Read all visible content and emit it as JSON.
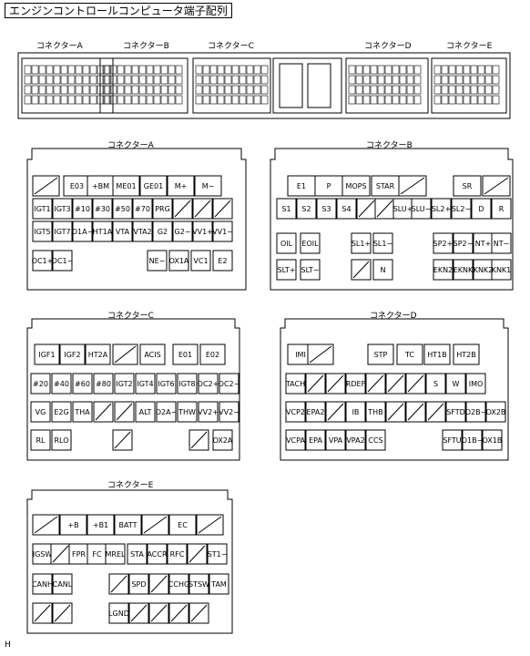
{
  "title": "エンジンコントロールコンピュータ端子配列",
  "footnote": "H",
  "overview_labels": [
    "コネクターA",
    "コネクターB",
    "コネクターC",
    "コネクターD",
    "コネクターE"
  ],
  "connectors": [
    {
      "id": "A",
      "label": "コネクターA",
      "rows": [
        [
          "/",
          "E03",
          "+BM",
          "ME01",
          "GE01",
          "M+",
          "M−"
        ],
        [
          "IGT1",
          "IGT3",
          "#10",
          "#30",
          "#50",
          "#70",
          "PRG",
          "/",
          "/",
          "/"
        ],
        [
          "IGT5",
          "IGT7",
          "O1A−",
          "HT1A",
          "VTA",
          "VTA2",
          "G2",
          "G2−",
          "VV1+",
          "VV1−"
        ],
        [
          "OC1+",
          "OC1−",
          "",
          "",
          "",
          "NE+",
          "NE−",
          "OX1A",
          "VC1",
          "E2"
        ]
      ]
    },
    {
      "id": "B",
      "label": "コネクターB",
      "rows": [
        [
          "E1",
          "P",
          "MOPS",
          "STAR",
          "/",
          "SR",
          "/"
        ],
        [
          "S1",
          "S2",
          "S3",
          "S4",
          "/",
          "/",
          "SLU+",
          "SLU−",
          "SL2+",
          "SL2−",
          "D",
          "R"
        ],
        [
          "OIL",
          "EOIL",
          "SL1+",
          "SL1−",
          "SP2+",
          "SP2−",
          "NT+",
          "NT−"
        ],
        [
          "SLT+",
          "SLT−",
          "/",
          "N",
          "EKN2",
          "EKNK",
          "KNK2",
          "KNK1"
        ]
      ]
    },
    {
      "id": "C",
      "label": "コネクターC",
      "rows": [
        [
          "IGF1",
          "IGF2",
          "HT2A",
          "/",
          "ACIS",
          "E01",
          "E02"
        ],
        [
          "#20",
          "#40",
          "#60",
          "#80",
          "IGT2",
          "IGT4",
          "IGT6",
          "IGT8",
          "OC2+",
          "OC2−"
        ],
        [
          "VG",
          "E2G",
          "THA",
          "/",
          "/",
          "ALT",
          "O2A−",
          "THW",
          "VV2+",
          "VV2−"
        ],
        [
          "RL",
          "RLO",
          "/",
          "/",
          "OX2A"
        ]
      ]
    },
    {
      "id": "D",
      "label": "コネクターD",
      "rows": [
        [
          "IMI",
          "/",
          "STP",
          "TC",
          "HT1B",
          "HT2B"
        ],
        [
          "TACH",
          "/",
          "/",
          "RDEF",
          "/",
          "/",
          "/",
          "S",
          "W",
          "IMO"
        ],
        [
          "VCP2",
          "EPA2",
          "/",
          "IB",
          "THB",
          "/",
          "/",
          "/",
          "SFTD",
          "O2B−",
          "OX2B"
        ],
        [
          "VCPA",
          "EPA",
          "VPA",
          "VPA2",
          "CCS",
          "SFTU",
          "O1B−",
          "OX1B"
        ]
      ]
    },
    {
      "id": "E",
      "label": "コネクターE",
      "rows": [
        [
          "/",
          "+B",
          "+B1",
          "BATT",
          "/",
          "EC",
          "/"
        ],
        [
          "IGSW",
          "/",
          "FPR",
          "FC",
          "MREL",
          "STA",
          "ACCR",
          "RFC",
          "/",
          "ST1−"
        ],
        [
          "CANH",
          "CANL",
          "/",
          "SPD",
          "/",
          "CCHG",
          "STSW",
          "TAM"
        ],
        [
          "/",
          "/",
          "LGND",
          "/",
          "/",
          "/",
          "/"
        ]
      ]
    }
  ]
}
